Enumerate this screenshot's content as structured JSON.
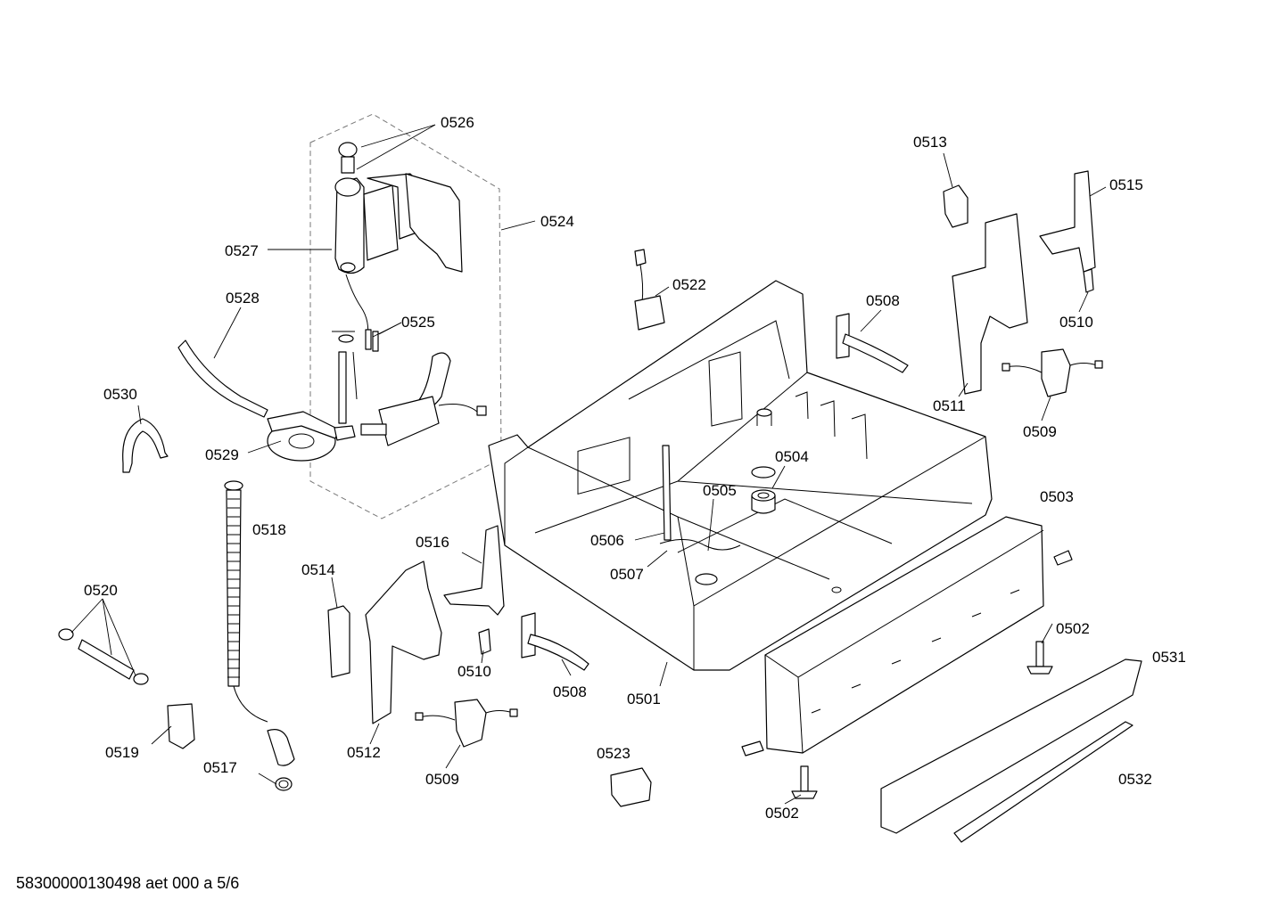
{
  "diagram": {
    "labels": {
      "p0501": "0501",
      "p0502a": "0502",
      "p0502b": "0502",
      "p0503": "0503",
      "p0504": "0504",
      "p0505": "0505",
      "p0506": "0506",
      "p0507": "0507",
      "p0508a": "0508",
      "p0508b": "0508",
      "p0509a": "0509",
      "p0509b": "0509",
      "p0510a": "0510",
      "p0510b": "0510",
      "p0511": "0511",
      "p0512": "0512",
      "p0513": "0513",
      "p0514": "0514",
      "p0515": "0515",
      "p0516": "0516",
      "p0517": "0517",
      "p0518": "0518",
      "p0519": "0519",
      "p0520": "0520",
      "p0522": "0522",
      "p0523": "0523",
      "p0524": "0524",
      "p0525": "0525",
      "p0526": "0526",
      "p0527": "0527",
      "p0528": "0528",
      "p0529": "0529",
      "p0530": "0530",
      "p0531": "0531",
      "p0532": "0532"
    },
    "footer": "58300000130498 aet 000 a 5/6"
  }
}
